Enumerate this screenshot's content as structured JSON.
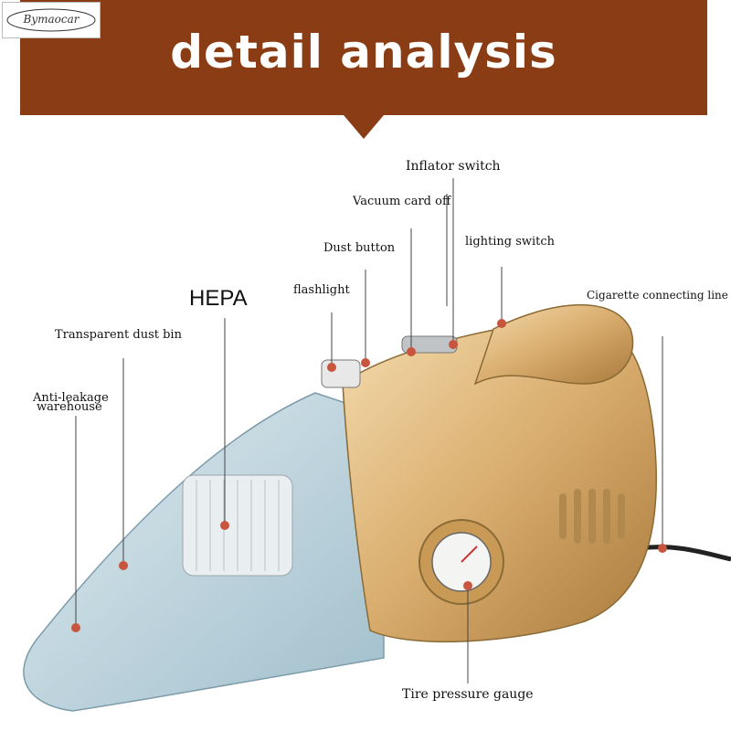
{
  "brand": {
    "name": "Bymaocar"
  },
  "banner": {
    "title": "detail analysis",
    "color": "#8a3d14"
  },
  "labels": {
    "inflator_switch": "Inflator switch",
    "vacuum_card_off": "Vacuum card off",
    "dust_button": "Dust button",
    "lighting_switch": "lighting switch",
    "flashlight": "flashlight",
    "hepa": "HEPA",
    "cigarette_line": "Cigarette connecting line",
    "dust_bin": "Transparent dust bin",
    "anti_leakage_1": "Anti-leakage",
    "anti_leakage_2": "warehouse",
    "tire_gauge": "Tire pressure gauge"
  },
  "colors": {
    "leader_line": "#c8553d",
    "body_gold": "#d9ad6e",
    "bin_blue": "#aecbd8"
  }
}
